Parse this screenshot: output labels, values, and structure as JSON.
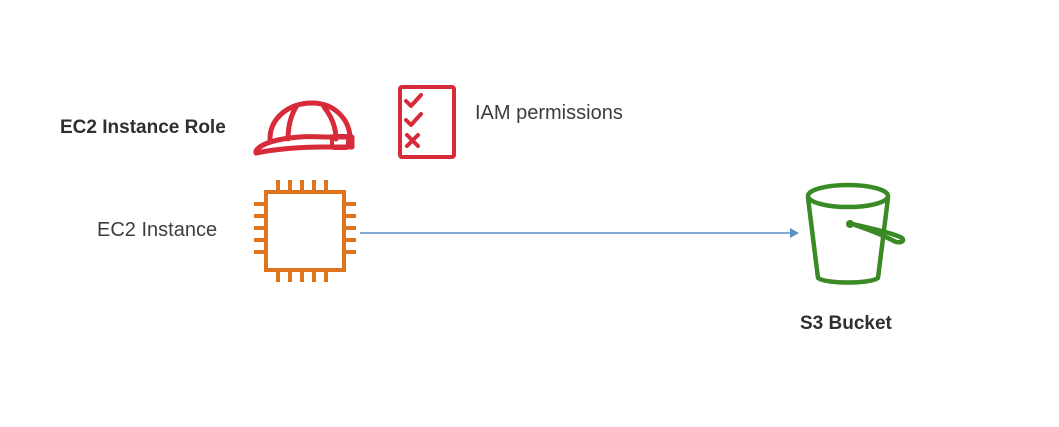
{
  "labels": {
    "role": "EC2 Instance Role",
    "permissions": "IAM permissions",
    "instance": "EC2 Instance",
    "bucket": "S3 Bucket"
  },
  "icons": {
    "role": "hard-hat-icon",
    "permissions": "checklist-icon",
    "instance": "chip-icon",
    "bucket": "bucket-icon"
  },
  "colors": {
    "role": "#d72b3a",
    "permissions": "#d72b3a",
    "instance": "#e0741c",
    "bucket": "#3a8a26",
    "arrow": "#5b8fc7"
  }
}
